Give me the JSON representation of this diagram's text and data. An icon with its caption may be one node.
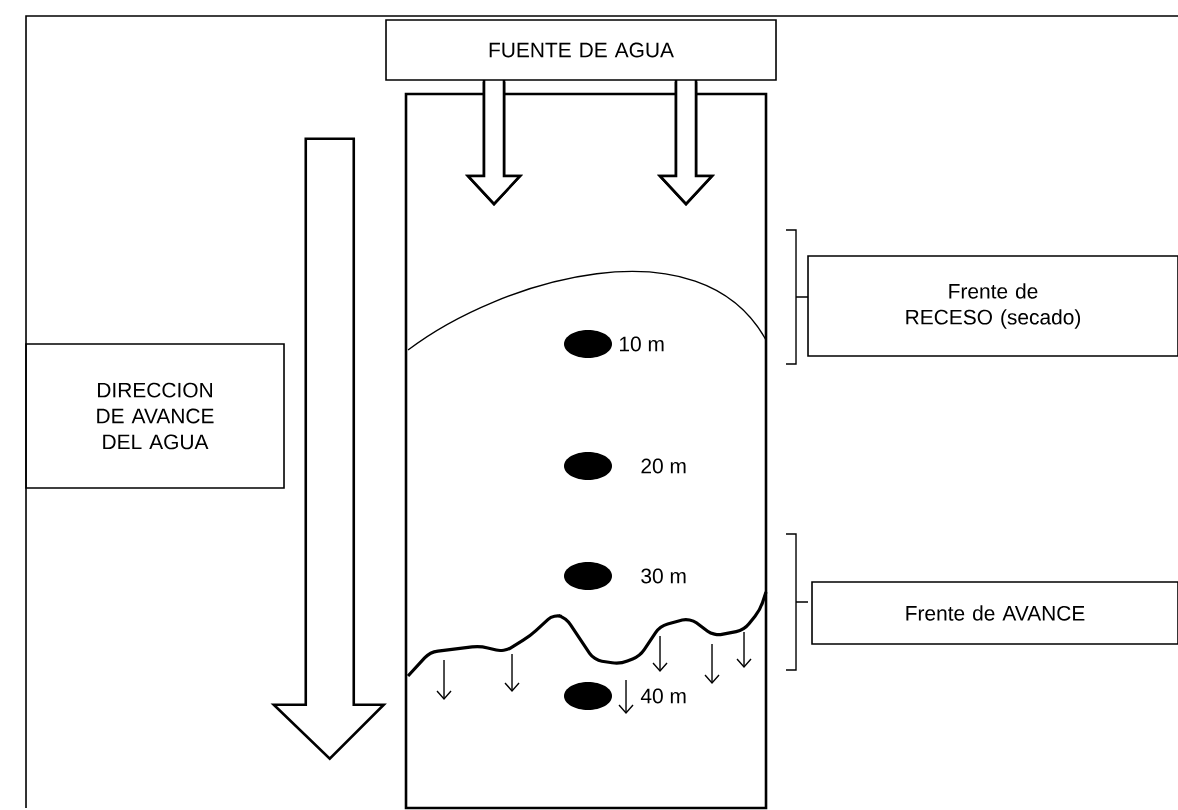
{
  "diagram": {
    "nodes": [
      {
        "text": [
          "FUENTE DE AGUA"
        ]
      },
      {
        "text": [],
        "shape": "box"
      },
      {
        "text": [
          "Frente de RECESO (secado)"
        ]
      },
      {
        "text": [
          "DIRECCION DE AVANCE DEL AGUA"
        ]
      },
      {
        "text": [
          "Frente de AVANCE"
        ]
      }
    ],
    "edges": [
      {
        "from": 3,
        "to": 1,
        "arrow": "to"
      }
    ],
    "labels": [
      "10 m",
      "20 m",
      "30 m",
      "40 m"
    ]
  }
}
